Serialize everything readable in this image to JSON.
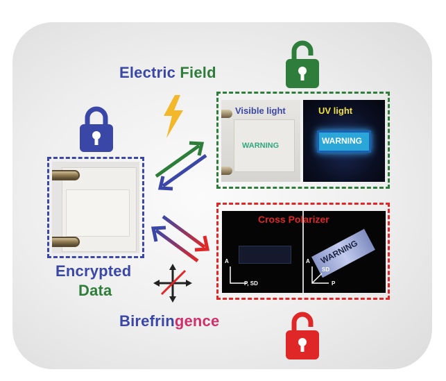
{
  "colors": {
    "blue": "#3a47a6",
    "green": "#2e7d3a",
    "red": "#e02727",
    "gold": "#f3b72a",
    "purple": "#6a3fa0"
  },
  "titles": {
    "electric_field": {
      "part1": "Electric",
      "part2": "Field"
    },
    "birefringence": {
      "part1": "Birefrin",
      "part2": "gence"
    },
    "encrypted": {
      "line1": "Encrypted",
      "line2": "Data"
    }
  },
  "locks": {
    "top_right": {
      "icon": "open-padlock-icon",
      "color": "#2e7d3a"
    },
    "left": {
      "icon": "closed-padlock-icon",
      "color": "#3a47a6"
    },
    "bottom": {
      "icon": "open-padlock-icon",
      "color": "#e02727"
    }
  },
  "electric_panel": {
    "visible_label": "Visible light",
    "uv_label": "UV light",
    "warning_visible": "WARNING",
    "warning_uv": "WARNING"
  },
  "polarizer_panel": {
    "title": "Cross Polarizer",
    "warning": "WARNING",
    "left_axes": {
      "vertical": "A",
      "horizontal": "P, SD"
    },
    "right_axes": {
      "vertical": "A",
      "diagonal": "SD",
      "horizontal": "P"
    }
  },
  "icons": {
    "lightning": "lightning-bolt-icon",
    "cross_arrows": "crossed-arrows-icon"
  }
}
